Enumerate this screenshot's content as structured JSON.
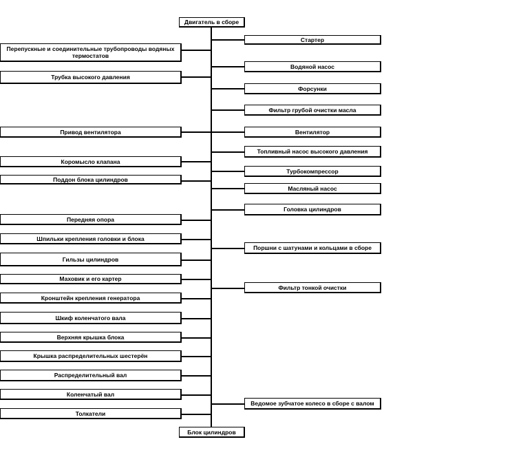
{
  "top": "Двигатель в сборе",
  "bottom": "Блок цилиндров",
  "left_items": [
    "Перепускные и соединительные трубопроводы водяных термостатов",
    "Трубка высокого давления",
    "Привод вентилятора",
    "Коромысло клапана",
    "Поддон блока цилиндров",
    "Передняя опора",
    "Шпильки крепления головки и блока",
    "Гильзы цилиндров",
    "Маховик и его картер",
    "Кронштейн крепления генератора",
    "Шкиф коленчатого вала",
    "Верхняя крышка блока",
    "Крышка распределительных шестерён",
    "Распределительный вал",
    "Коленчатый вал",
    "Толкатели"
  ],
  "right_items": [
    "Стартер",
    "Водяной насос",
    "Форсунки",
    "Фильтр грубой очистки масла",
    "Вентилятор",
    "Топливный насос высокого давления",
    "Турбокомпрессор",
    "Масляный насос",
    "Головка цилиндров",
    "Поршни с шатунами и кольцами в сборе",
    "Фильтр тонкой очистки",
    "Ведомое зубчатое колесо в сборе с валом"
  ]
}
